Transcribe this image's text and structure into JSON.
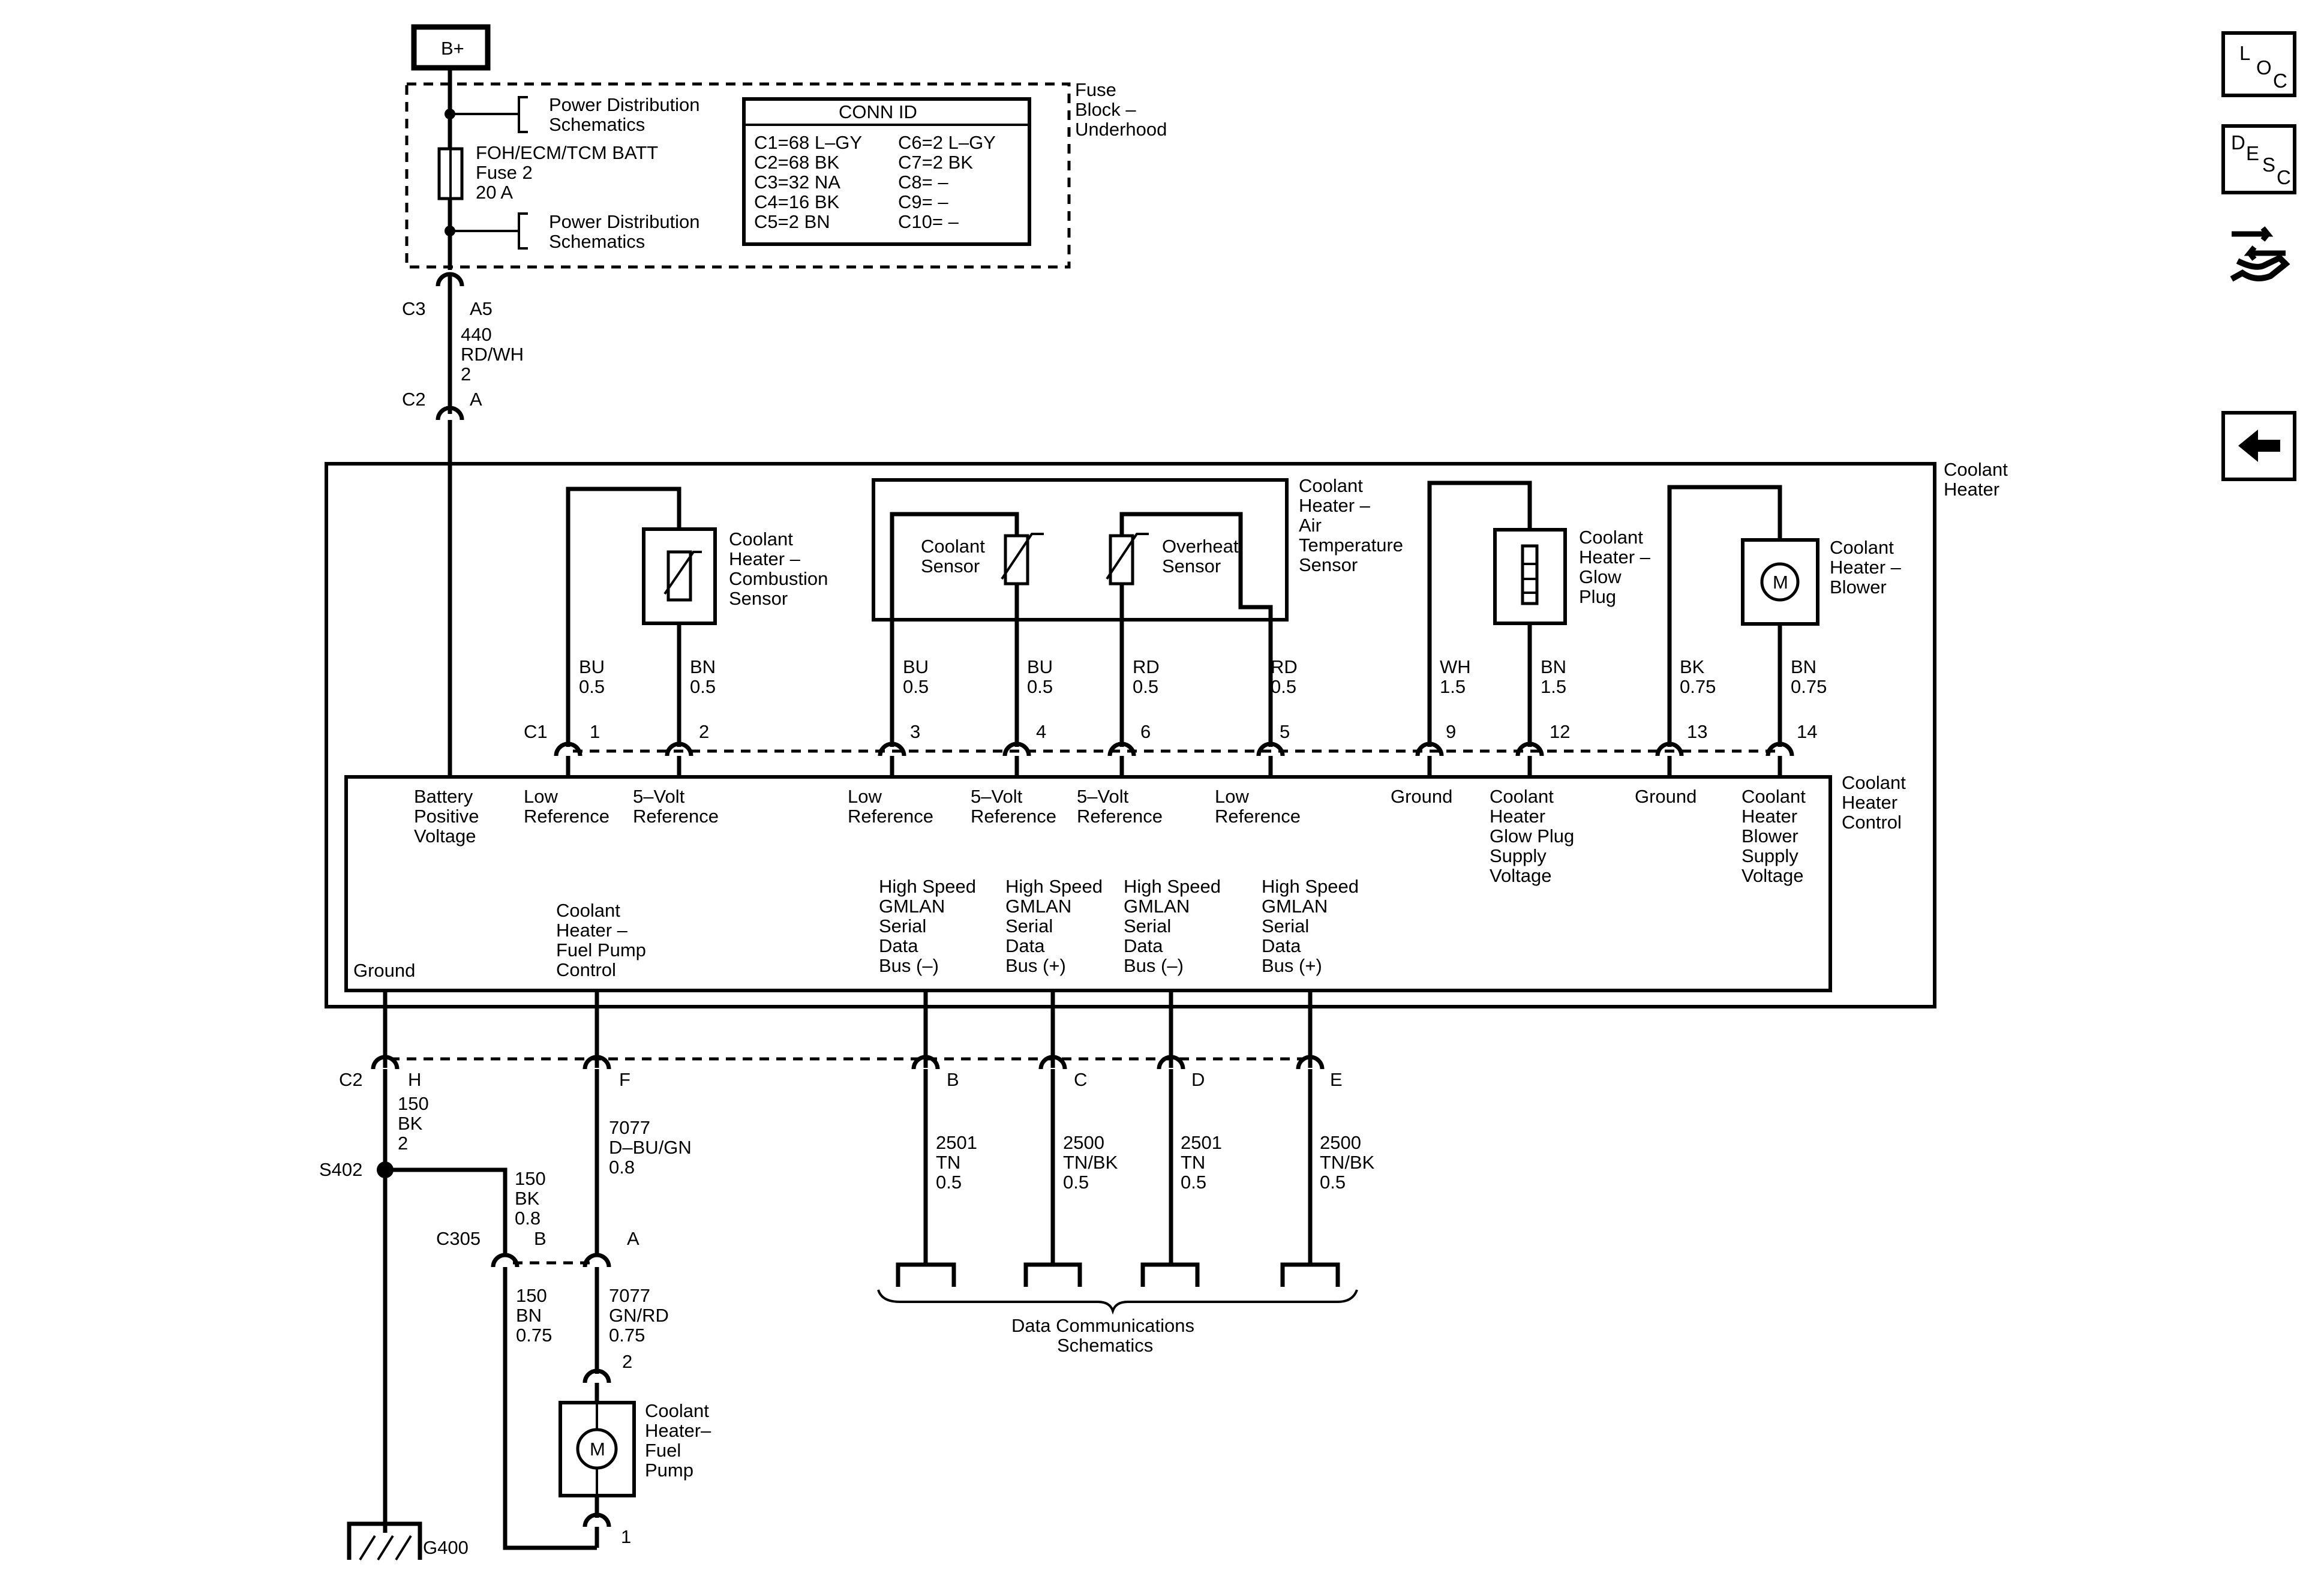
{
  "battery": {
    "label": "B+"
  },
  "fuse_block": {
    "title": [
      "Fuse",
      "Block –",
      "Underhood"
    ],
    "ref_top": [
      "Power Distribution",
      "Schematics"
    ],
    "ref_bottom": [
      "Power Distribution",
      "Schematics"
    ],
    "fuse": [
      "FOH/ECM/TCM BATT",
      "Fuse 2",
      "20 A"
    ],
    "conn_id": {
      "title": "CONN ID",
      "left": [
        "C1=68 L–GY",
        "C2=68 BK",
        "C3=32 NA",
        "C4=16 BK",
        "C5=2 BN"
      ],
      "right": [
        "C6=2 L–GY",
        "C7=2 BK",
        "C8= –",
        "C9= –",
        "C10= –"
      ]
    }
  },
  "feed": {
    "c3": "C3",
    "c3_pin": "A5",
    "wire": [
      "440",
      "RD/WH",
      "2"
    ],
    "c2": "C2",
    "c2_pin": "A"
  },
  "heater": {
    "title": [
      "Coolant",
      "Heater"
    ],
    "combustion": [
      "Coolant",
      "Heater –",
      "Combustion",
      "Sensor"
    ],
    "air_temp": [
      "Coolant",
      "Heater –",
      "Air",
      "Temperature",
      "Sensor"
    ],
    "coolant_sensor": [
      "Coolant",
      "Sensor"
    ],
    "overheat_sensor": [
      "Overheat",
      "Sensor"
    ],
    "glow_plug": [
      "Coolant",
      "Heater –",
      "Glow",
      "Plug"
    ],
    "blower": [
      "Coolant",
      "Heater –",
      "Blower"
    ],
    "motor_symbol": "M"
  },
  "upper_wires": [
    {
      "color": "BU",
      "size": "0.5",
      "pin": "1"
    },
    {
      "color": "BN",
      "size": "0.5",
      "pin": "2"
    },
    {
      "color": "BU",
      "size": "0.5",
      "pin": "3"
    },
    {
      "color": "BU",
      "size": "0.5",
      "pin": "4"
    },
    {
      "color": "RD",
      "size": "0.5",
      "pin": "6"
    },
    {
      "color": "RD",
      "size": "0.5",
      "pin": "5"
    },
    {
      "color": "WH",
      "size": "1.5",
      "pin": "9"
    },
    {
      "color": "BN",
      "size": "1.5",
      "pin": "12"
    },
    {
      "color": "BK",
      "size": "0.75",
      "pin": "13"
    },
    {
      "color": "BN",
      "size": "0.75",
      "pin": "14"
    }
  ],
  "c1_label": "C1",
  "control": {
    "title": [
      "Coolant",
      "Heater",
      "Control"
    ],
    "battery_positive": [
      "Battery",
      "Positive",
      "Voltage"
    ],
    "low_ref_1": [
      "Low",
      "Reference"
    ],
    "five_volt_1": [
      "5–Volt",
      "Reference"
    ],
    "low_ref_2": [
      "Low",
      "Reference"
    ],
    "five_volt_2": [
      "5–Volt",
      "Reference"
    ],
    "five_volt_3": [
      "5–Volt",
      "Reference"
    ],
    "low_ref_3": [
      "Low",
      "Reference"
    ],
    "ground_1": "Ground",
    "glow_supply": [
      "Coolant",
      "Heater",
      "Glow Plug",
      "Supply",
      "Voltage"
    ],
    "ground_2": "Ground",
    "blower_supply": [
      "Coolant",
      "Heater",
      "Blower",
      "Supply",
      "Voltage"
    ],
    "ground_bottom": "Ground",
    "fuel_pump_control": [
      "Coolant",
      "Heater –",
      "Fuel Pump",
      "Control"
    ],
    "gmlan": [
      [
        "High Speed",
        "GMLAN",
        "Serial",
        "Data",
        "Bus (–)"
      ],
      [
        "High Speed",
        "GMLAN",
        "Serial",
        "Data",
        "Bus (+)"
      ],
      [
        "High Speed",
        "GMLAN",
        "Serial",
        "Data",
        "Bus (–)"
      ],
      [
        "High Speed",
        "GMLAN",
        "Serial",
        "Data",
        "Bus (+)"
      ]
    ]
  },
  "lower": {
    "c2": "C2",
    "pins": [
      "H",
      "F",
      "B",
      "C",
      "D",
      "E"
    ],
    "ground_wire": [
      "150",
      "BK",
      "2"
    ],
    "splice": "S402",
    "splice_wire": [
      "150",
      "BK",
      "0.8"
    ],
    "c305": "C305",
    "c305_pins": [
      "B",
      "A"
    ],
    "fuel_wire_upper": [
      "7077",
      "D–BU/GN",
      "0.8"
    ],
    "data_wires": [
      [
        "2501",
        "TN",
        "0.5"
      ],
      [
        "2500",
        "TN/BK",
        "0.5"
      ],
      [
        "2501",
        "TN",
        "0.5"
      ],
      [
        "2500",
        "TN/BK",
        "0.5"
      ]
    ],
    "data_ref": [
      "Data Communications",
      "Schematics"
    ],
    "ground_return": [
      "150",
      "BN",
      "0.75"
    ],
    "fuel_wire_lower": [
      "7077",
      "GN/RD",
      "0.75"
    ],
    "pump_pin_top": "2",
    "pump": [
      "Coolant",
      "Heater–",
      "Fuel",
      "Pump"
    ],
    "pump_pin_bottom": "1",
    "ground_point": "G400"
  },
  "nav": {
    "loc": [
      "L",
      "O",
      "C"
    ],
    "desc": [
      "D",
      "E",
      "S",
      "C"
    ]
  }
}
